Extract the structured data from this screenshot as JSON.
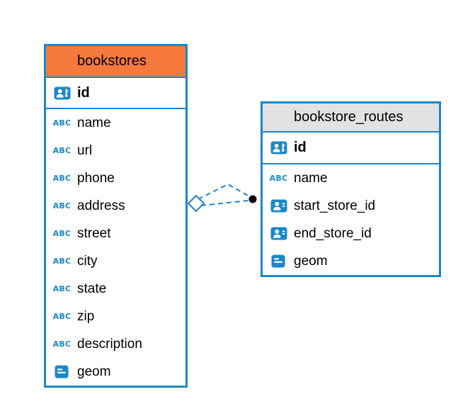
{
  "diagram": {
    "colors": {
      "accent_blue": "#1a87c9",
      "bookstores_header": "#f5793b",
      "routes_header": "#e2e2e2",
      "connector_dot": "#000000"
    },
    "relationship": {
      "style": "dashed",
      "from_table": "bookstores",
      "to_table": "bookstore_routes"
    },
    "tables": [
      {
        "name": "bookstores",
        "header_color": "#f5793b",
        "columns": [
          {
            "name": "id",
            "icon": "primary-key-icon",
            "bold": true
          },
          {
            "name": "name",
            "icon": "text-icon"
          },
          {
            "name": "url",
            "icon": "text-icon"
          },
          {
            "name": "phone",
            "icon": "text-icon"
          },
          {
            "name": "address",
            "icon": "text-icon"
          },
          {
            "name": "street",
            "icon": "text-icon"
          },
          {
            "name": "city",
            "icon": "text-icon"
          },
          {
            "name": "state",
            "icon": "text-icon"
          },
          {
            "name": "zip",
            "icon": "text-icon"
          },
          {
            "name": "description",
            "icon": "text-icon"
          },
          {
            "name": "geom",
            "icon": "geometry-icon"
          }
        ]
      },
      {
        "name": "bookstore_routes",
        "header_color": "#e2e2e2",
        "columns": [
          {
            "name": "id",
            "icon": "primary-key-icon",
            "bold": true
          },
          {
            "name": "name",
            "icon": "text-icon"
          },
          {
            "name": "start_store_id",
            "icon": "foreign-key-icon"
          },
          {
            "name": "end_store_id",
            "icon": "foreign-key-icon"
          },
          {
            "name": "geom",
            "icon": "geometry-icon"
          }
        ]
      }
    ]
  }
}
